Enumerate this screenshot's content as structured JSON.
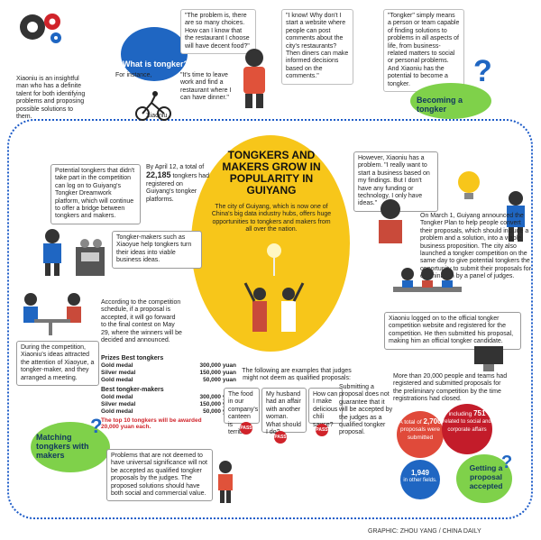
{
  "top": {
    "what_is_title": "What is tongker?",
    "intro": "Xiaoniu is an insightful man who has a definite talent for both identifying problems and proposing possible solutions to them.",
    "for_instance": "For instance,",
    "time_to_leave": "\"It's time to leave work and find a restaurant where I can have dinner.\"",
    "xiaoniu_label": "Xiaoniu",
    "problem_quote": "\"The problem is, there are so many choices. How can I know that the restaurant I choose will have decent food?\"",
    "idea_quote": "\"I know! Why don't I start a website where people can post comments about the city's restaurants? Then diners can make informed decisions based on the comments.\"",
    "definition": "\"Tongker\" simply means a person or team capable of finding solutions to problems in all aspects of life, from business-related matters to social or personal problems. And Xiaoniu has the potential to become a tongker.",
    "becoming_title": "Becoming a tongker"
  },
  "center": {
    "headline": "TONGKERS AND MAKERS GROW IN POPULARITY IN GUIYANG",
    "text": "The city of Guiyang, which is now one of China's big data industry hubs, offers huge opportunities to tongkers and makers from all over the nation."
  },
  "left": {
    "potential": "Potential tongkers that didn't take part in the competition can log on to Guiyang's Tongker Dreamwork platform, which will continue to offer a bridge between tongkers and makers.",
    "april": "By April 12, a total of",
    "april_num": "22,185",
    "april_tail": "tongkers had registered on Guiyang's tongker platforms.",
    "makers": "Tongker-makers such as Xiaoyue help tongkers turn their ideas into viable business ideas.",
    "schedule": "According to the competition schedule, if a proposal is accepted, it will go forward to the final contest on May 29, where the winners will be decided and announced.",
    "during": "During the competition, Xiaoniu's ideas attracted the attention of Xiaoyue, a tongker-maker, and they arranged a meeting.",
    "matching_title": "Matching tongkers with makers",
    "problems": "Problems that are not deemed to have universal significance will not be accepted as qualified tongker proposals by the judges. The proposed solutions should have both social and commercial value."
  },
  "prizes": {
    "best_tongkers_title": "Prizes Best tongkers",
    "best_makers_title": "Best tongker-makers",
    "top10": "The top 10 tongkers will be awarded 20,000 yuan each.",
    "tongkers": [
      {
        "medal": "Gold medal",
        "amount": "300,000 yuan"
      },
      {
        "medal": "Silver medal",
        "amount": "150,000 yuan"
      },
      {
        "medal": "Gold medal",
        "amount": "50,000 yuan"
      }
    ],
    "makers": [
      {
        "medal": "Gold medal",
        "amount": "300,000 yuan"
      },
      {
        "medal": "Silver medal",
        "amount": "150,000 yuan"
      },
      {
        "medal": "Gold medal",
        "amount": "50,000 yuan"
      }
    ]
  },
  "right": {
    "however": "However, Xiaoniu has a problem. \"I really want to start a business based on my findings. But I don't have any funding or technology. I only have ideas.\"",
    "march": "On March 1, Guiyang announced the Tongker Plan to help people convert their proposals, which should include a problem and a solution, into a viable business proposition. The city also launched a tongker competition on the same day to give potential tongkers the opportunity to submit their proposals for examination by a panel of judges.",
    "logged": "Xiaoniu logged on to the official tongker competition website and registered for the competition. He then submitted his proposal, making him an official tongker candidate.",
    "more_than": "More than 20,000 people and teams had registered and submitted proposals for the preliminary competition by the time registrations had closed.",
    "total_pre": "A total of",
    "total_num": "2,700",
    "total_post": "proposals were submitted",
    "including_pre": "including",
    "including_num": "751",
    "including_post": "related to social and corporate affairs",
    "other_num": "1,949",
    "other_post": "in other fields.",
    "getting_title": "Getting a proposal accepted"
  },
  "examples": {
    "intro": "The following are examples that judges might not deem as qualified proposals:",
    "canteen": "The food in our company's canteen is terrible!",
    "husband": "My husband had an affair with another woman. What should I do?",
    "chili": "How can I make delicious chili sauce?",
    "pass_label": "PASS",
    "submitting": "Submitting a proposal does not guarantee that it will be accepted by the judges as a qualified tongker proposal."
  },
  "credit": "GRAPHIC: ZHOU YANG / CHINA DAILY",
  "colors": {
    "blue": "#1f66c2",
    "yellow": "#f7c61a",
    "green": "#7fd14a",
    "red": "#d0232a"
  }
}
